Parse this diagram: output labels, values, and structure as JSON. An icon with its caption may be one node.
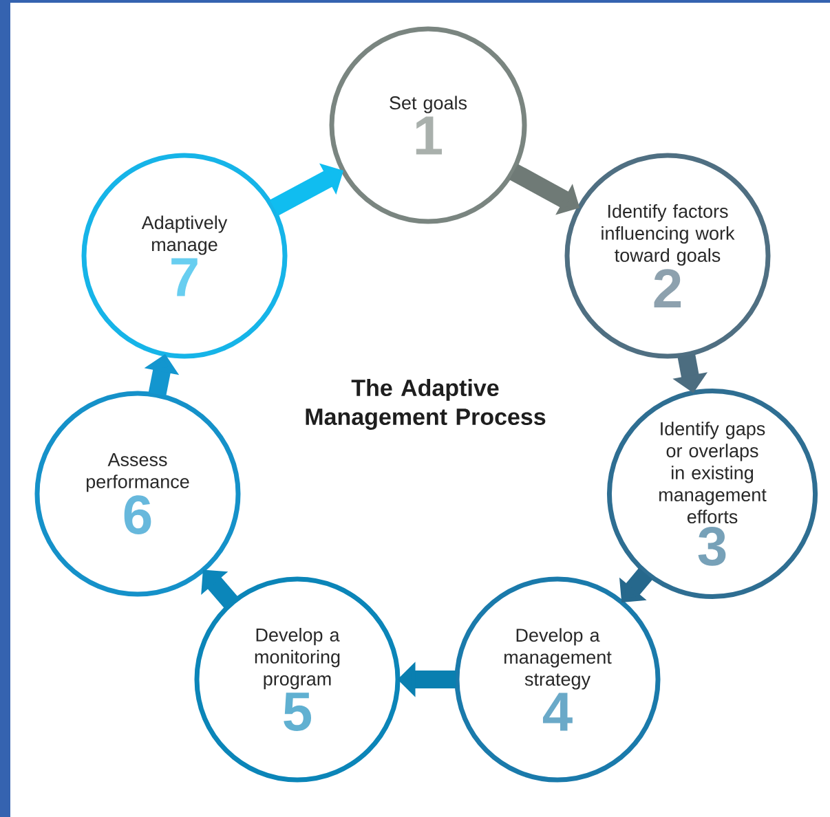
{
  "diagram": {
    "title": "The Adaptive Management Process",
    "nodes": [
      {
        "text": [
          "Set goals",
          "1"
        ]
      },
      {
        "text": [
          "Identify factors influencing work toward goals",
          "2"
        ]
      },
      {
        "text": [
          "Identify gaps or overlaps in existing management efforts",
          "3"
        ]
      },
      {
        "text": [
          "Develop a management strategy",
          "4"
        ]
      },
      {
        "text": [
          "Develop a monitoring program",
          "5"
        ]
      },
      {
        "text": [
          "Assess performance",
          "6"
        ]
      },
      {
        "text": [
          "Adaptively manage",
          "7"
        ]
      }
    ],
    "edges": [
      {
        "from": 0,
        "to": 1,
        "arrow": "to",
        "color": "#6f7a76"
      },
      {
        "from": 1,
        "to": 2,
        "arrow": "to",
        "color": "#4c6d80"
      },
      {
        "from": 2,
        "to": 3,
        "arrow": "to",
        "color": "#26688c"
      },
      {
        "from": 3,
        "to": 4,
        "arrow": "to",
        "color": "#0a7fb0"
      },
      {
        "from": 4,
        "to": 5,
        "arrow": "to",
        "color": "#0b86ba"
      },
      {
        "from": 5,
        "to": 6,
        "arrow": "to",
        "color": "#1396cf"
      },
      {
        "from": 6,
        "to": 0,
        "arrow": "to",
        "color": "#10bdf0"
      }
    ]
  }
}
